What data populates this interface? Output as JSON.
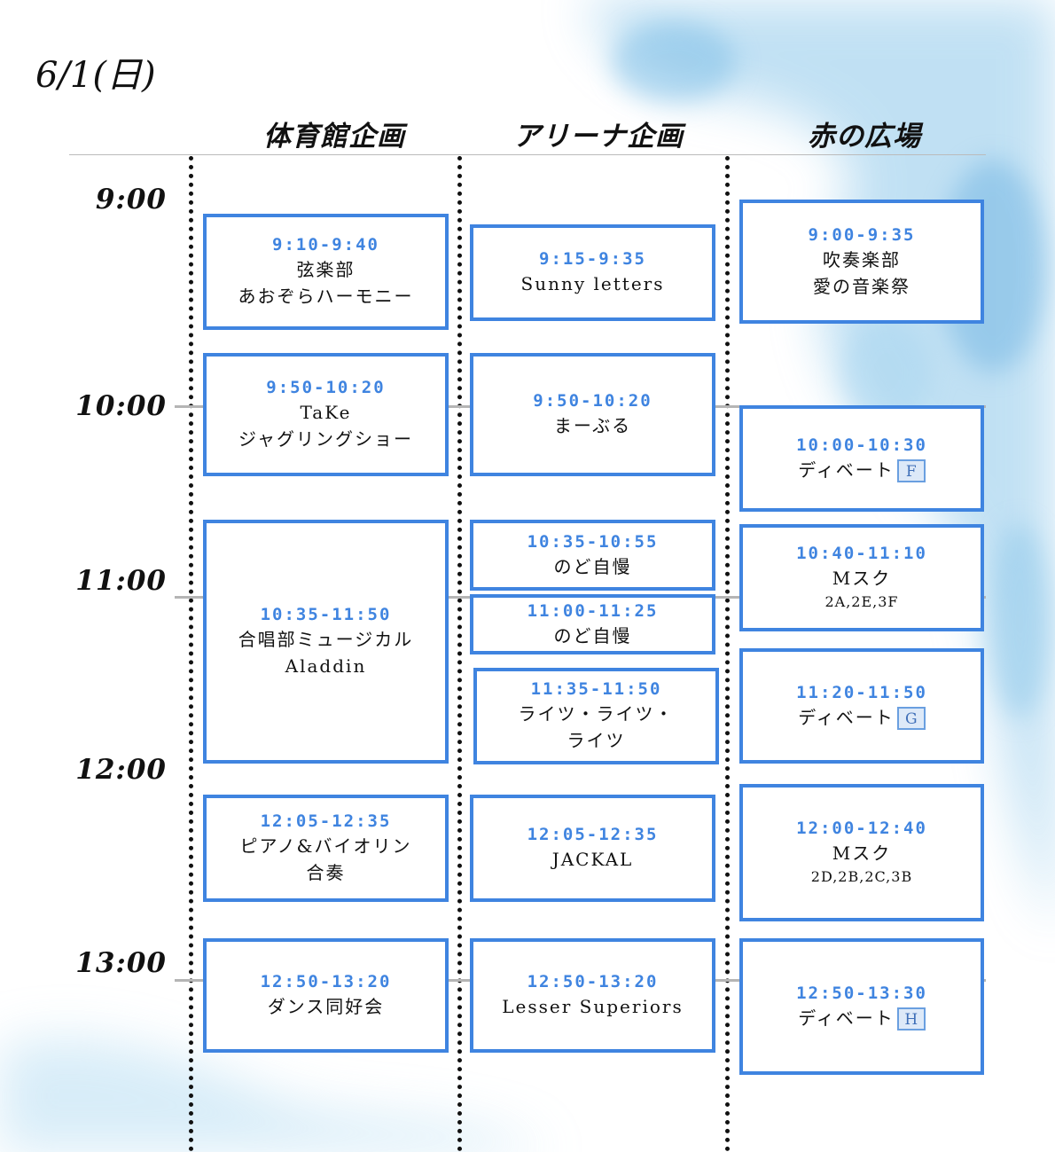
{
  "date": "6/1(日)",
  "columns": [
    {
      "label": "体育館企画"
    },
    {
      "label": "アリーナ企画"
    },
    {
      "label": "赤の広場"
    }
  ],
  "times": [
    "9:00",
    "10:00",
    "11:00",
    "12:00",
    "13:00"
  ],
  "events": [
    {
      "col": 0,
      "time": "9:10-9:40",
      "lines": [
        "弦楽部",
        "あおぞらハーモニー"
      ]
    },
    {
      "col": 0,
      "time": "9:50-10:20",
      "lines": [
        "TaKe",
        "ジャグリングショー"
      ]
    },
    {
      "col": 0,
      "time": "10:35-11:50",
      "lines": [
        "合唱部ミュージカル",
        "Aladdin"
      ]
    },
    {
      "col": 0,
      "time": "12:05-12:35",
      "lines": [
        "ピアノ&バイオリン",
        "合奏"
      ]
    },
    {
      "col": 0,
      "time": "12:50-13:20",
      "lines": [
        "ダンス同好会"
      ]
    },
    {
      "col": 1,
      "time": "9:15-9:35",
      "lines": [
        "Sunny letters"
      ]
    },
    {
      "col": 1,
      "time": "9:50-10:20",
      "lines": [
        "まーぶる"
      ]
    },
    {
      "col": 1,
      "time": "10:35-10:55",
      "lines": [
        "のど自慢"
      ]
    },
    {
      "col": 1,
      "time": "11:00-11:25",
      "lines": [
        "のど自慢"
      ]
    },
    {
      "col": 1,
      "time": "11:35-11:50",
      "lines": [
        "ライツ・ライツ・",
        "ライツ"
      ]
    },
    {
      "col": 1,
      "time": "12:05-12:35",
      "lines": [
        "JACKAL"
      ]
    },
    {
      "col": 1,
      "time": "12:50-13:20",
      "lines": [
        "Lesser Superiors"
      ]
    },
    {
      "col": 2,
      "time": "9:00-9:35",
      "lines": [
        "吹奏楽部",
        "愛の音楽祭"
      ]
    },
    {
      "col": 2,
      "time": "10:00-10:30",
      "lines": [
        "ディベート"
      ],
      "badge": "F"
    },
    {
      "col": 2,
      "time": "10:40-11:10",
      "lines": [
        "Mスク"
      ],
      "sub": "2A,2E,3F"
    },
    {
      "col": 2,
      "time": "11:20-11:50",
      "lines": [
        "ディベート"
      ],
      "badge": "G"
    },
    {
      "col": 2,
      "time": "12:00-12:40",
      "lines": [
        "Mスク"
      ],
      "sub": "2D,2B,2C,3B"
    },
    {
      "col": 2,
      "time": "12:50-13:30",
      "lines": [
        "ディベート"
      ],
      "badge": "H"
    }
  ],
  "colors": {
    "accent": "#3f84e0",
    "badge_fill": "#dde9f8",
    "watercolor": "#8ec8ea"
  }
}
